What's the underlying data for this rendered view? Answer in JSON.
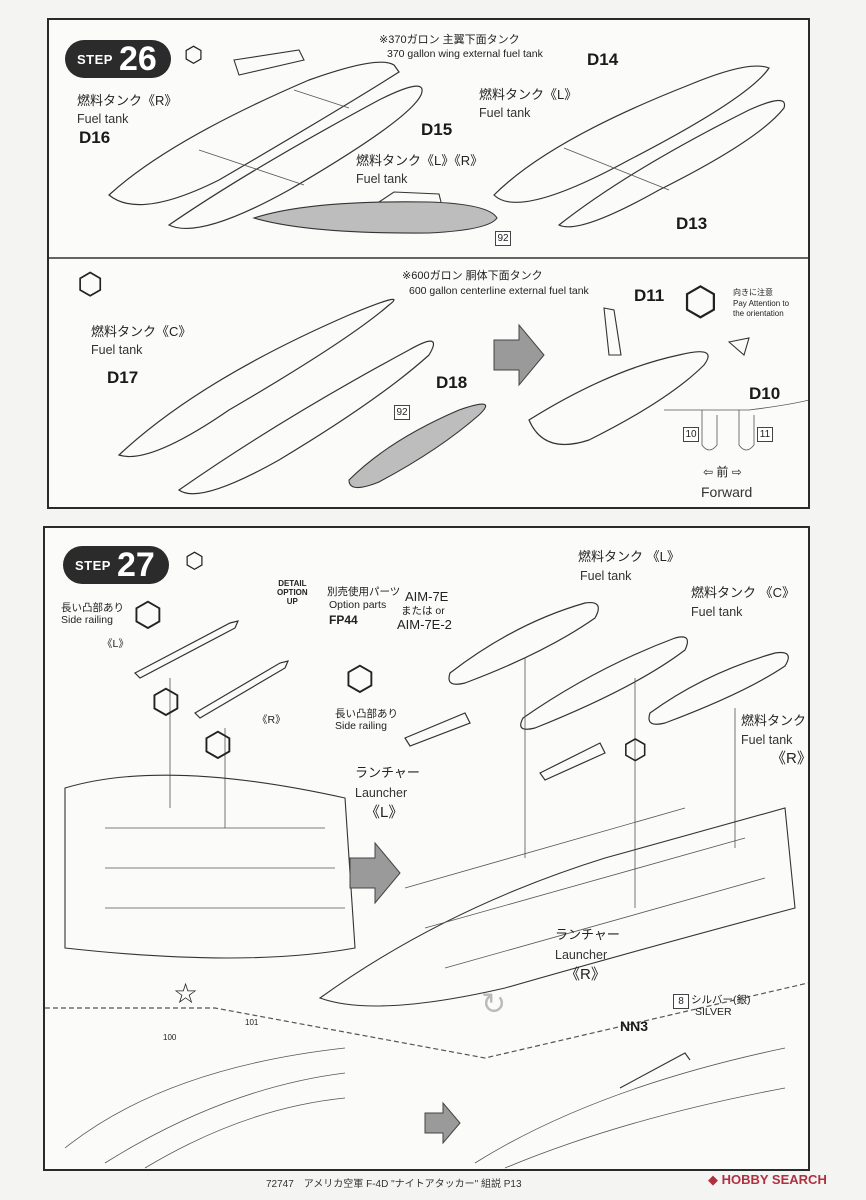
{
  "step26": {
    "step_label": "STEP",
    "step_number": "26",
    "note_jp": "※370ガロン 主翼下面タンク",
    "note_en": "370 gallon wing external fuel tank",
    "tank_r_jp": "燃料タンク《R》",
    "tank_r_en": "Fuel tank",
    "part_d16": "D16",
    "part_d15": "D15",
    "part_d14": "D14",
    "part_d13": "D13",
    "tank_l_jp": "燃料タンク《L》",
    "tank_l_en": "Fuel tank",
    "tank_lr_jp": "燃料タンク《L》《R》",
    "tank_lr_en": "Fuel tank",
    "color_92": "92",
    "note2_jp": "※600ガロン 胴体下面タンク",
    "note2_en": "600 gallon centerline external fuel tank",
    "tank_c_jp": "燃料タンク《C》",
    "tank_c_en": "Fuel tank",
    "part_d17": "D17",
    "part_d18": "D18",
    "part_d11": "D11",
    "part_d10": "D10",
    "color_92b": "92",
    "attention_jp": "向きに注意",
    "attention_en1": "Pay Attention to",
    "attention_en2": "the orientation",
    "slot_10": "10",
    "slot_11": "11",
    "forward_jp": "⇦ 前 ⇨",
    "forward_en": "Forward"
  },
  "step27": {
    "step_label": "STEP",
    "step_number": "27",
    "side_rail_jp": "長い凸部あり",
    "side_rail_en": "Side railing",
    "l_label": "《L》",
    "r_label": "《R》",
    "detail_1": "DETAIL",
    "detail_2": "OPTION",
    "detail_3": "UP",
    "option_jp": "別売使用パーツ",
    "option_en": "Option parts",
    "option_part": "FP44",
    "aim_1": "AIM-7E",
    "aim_or": "または or",
    "aim_2": "AIM-7E-2",
    "side_rail2_jp": "長い凸部あり",
    "side_rail2_en": "Side railing",
    "fuel_l_jp": "燃料タンク 《L》",
    "fuel_l_en": "Fuel tank",
    "fuel_c_jp": "燃料タンク 《C》",
    "fuel_c_en": "Fuel tank",
    "fuel_r_jp": "燃料タンク",
    "fuel_r_en": "Fuel tank",
    "fuel_r_tag": "《R》",
    "launcher_l_jp": "ランチャー",
    "launcher_l_en": "Launcher",
    "launcher_l_tag": "《L》",
    "launcher_r_jp": "ランチャー",
    "launcher_r_en": "Launcher",
    "launcher_r_tag": "《R》",
    "silver_num": "8",
    "silver_jp": "シルバー(銀)",
    "silver_en": "SILVER",
    "part_nn3": "NN3",
    "decal_100": "100",
    "decal_101": "101"
  },
  "footer": {
    "text": "72747　アメリカ空軍 F-4D \"ナイトアタッカー\" 組説 P13",
    "logo": "◆ HOBBY SEARCH"
  }
}
